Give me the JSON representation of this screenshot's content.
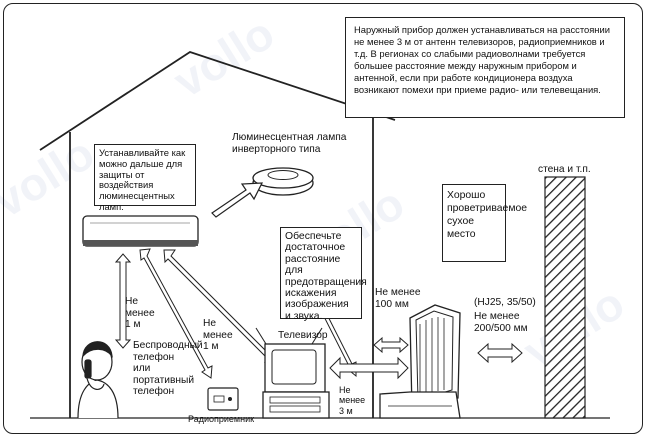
{
  "note_top": "Наружный прибор должен устанавливаться на расстоянии не менее 3 м от антенн телевизоров, радиоприемников и т.д. В регионах со слабыми радиоволнами требуется большее расстояние между наружным прибором и антенной, если при работе кондиционера воздуха возникают помехи при приеме радио- или телевещания.",
  "lamp_label": "Люминесцентная лампа инверторного типа",
  "install_note": "Устанавливайте как можно дальше для защиты от воздействия люминесцентных ламп.",
  "distance_note": "Обеспечьте достаточное расстояние для предотвращения искажения изображения и звука.",
  "ventilated_note": "Хорошо проветриваемое сухое место",
  "wall_label": "стена и т.п.",
  "dist_1m_left": "Не менее 1 м",
  "dist_1m_mid": "Не менее 1 м",
  "dist_100": "Не менее 100 мм",
  "model_note": "(HJ25, 35/50)",
  "dist_200_500": "Не менее 200/500 мм",
  "tv_label": "Телевизор",
  "dist_3m": "Не менее 3 м",
  "phone_label": "Беспроводный телефон или портативный телефон",
  "radio_label": "Радиоприемник",
  "watermark": "vollo"
}
